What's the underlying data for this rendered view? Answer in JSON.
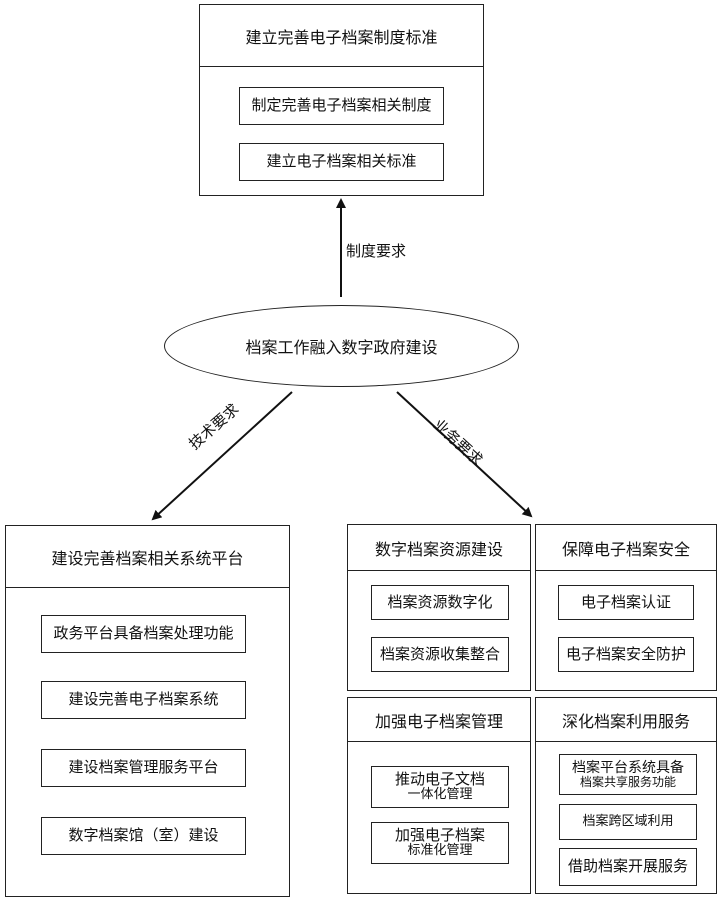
{
  "center": "档案工作融入数字政府建设",
  "arrows": {
    "top": "制度要求",
    "left": "技术要求",
    "right": "业务要求"
  },
  "standards_box": {
    "title": "建立完善电子档案制度标准",
    "items": [
      "制定完善电子档案相关制度",
      "建立电子档案相关标准"
    ]
  },
  "platform_box": {
    "title": "建设完善档案相关系统平台",
    "items": [
      "政务平台具备档案处理功能",
      "建设完善电子档案系统",
      "建设档案管理服务平台",
      "数字档案馆（室）建设"
    ]
  },
  "resources_box": {
    "title": "数字档案资源建设",
    "items": [
      "档案资源数字化",
      "档案资源收集整合"
    ]
  },
  "security_box": {
    "title": "保障电子档案安全",
    "items": [
      "电子档案认证",
      "电子档案安全防护"
    ]
  },
  "management_box": {
    "title": "加强电子档案管理",
    "items": [
      {
        "line1": "推动电子文档",
        "line2": "一体化管理"
      },
      {
        "line1": "加强电子档案",
        "line2": "标准化管理"
      }
    ]
  },
  "utilization_box": {
    "title": "深化档案利用服务",
    "items": [
      {
        "line1": "档案平台系统具备",
        "line2": "档案共享服务功能"
      },
      {
        "line1": "档案跨区域利用"
      },
      {
        "line1": "借助档案开展服务"
      }
    ]
  }
}
